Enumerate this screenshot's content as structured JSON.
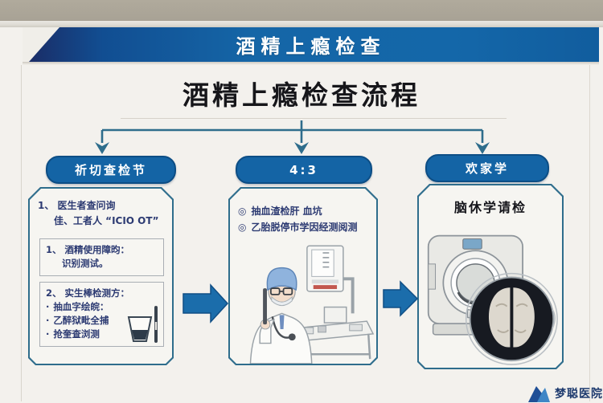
{
  "banner": {
    "title": "酒精上瘾检查"
  },
  "poster": {
    "title": "酒精上瘾检查流程",
    "columns": [
      {
        "header": "祈切查检节",
        "intro_line1": "1、 医生者查问询",
        "intro_line2": "佳、工者人 “ICIO OT”",
        "dot_char": "·",
        "sub_boxes": [
          {
            "line1": "1、 酒精使用障昀：",
            "line2": "识别测试。"
          },
          {
            "title": "2、 实生棒检测方：",
            "bullets": [
              "抽血字绘皖：",
              "乙醉狱毗全捕",
              "抢奎查浏测"
            ]
          }
        ]
      },
      {
        "header": "4:3",
        "bullet_char": "◎",
        "bullets": [
          "抽血渣检肝 血坑",
          "乙胎脱停市学因经测阅测"
        ]
      },
      {
        "header": "欢家学",
        "box_title": "脑休学请检"
      }
    ]
  },
  "logo": {
    "text": "梦聪医院"
  },
  "colors": {
    "banner_blue": "#1566a7",
    "banner_navy": "#1b2a63",
    "pill_blue": "#1464a5",
    "arrow_blue": "#1b6dab",
    "connector_teal": "#2e6d8c",
    "text_navy": "#2c3a72",
    "cap_blue": "#8fb3dd",
    "scan_dark": "#171a21"
  }
}
